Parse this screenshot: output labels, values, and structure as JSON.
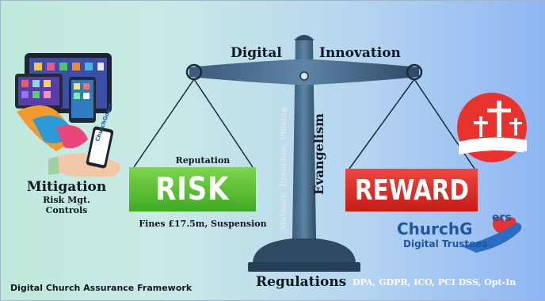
{
  "header": {
    "left_word": "Digital",
    "right_word": "Innovation"
  },
  "pillar": {
    "label": "Evangelism",
    "threats": "Malware, Breaches, Phising"
  },
  "mitigation": {
    "title": "Mitigation",
    "subtitle_line1": "Risk Mgt.",
    "subtitle_line2": "Controls"
  },
  "risk_pan": {
    "caption_top": "Reputation",
    "label": "RISK",
    "caption_bottom": "Fines £17.5m, Suspension"
  },
  "reward_pan": {
    "label": "REWARD"
  },
  "brand": {
    "name": "ChurchG",
    "name_suffix": "ers",
    "tagline": "Digital Trustees",
    "phone_text": "ChurchGoers"
  },
  "footer": {
    "base_label": "Regulations",
    "regs_list": "DPA, GDPR, ICO, PCI DSS, Opt-In",
    "framework": "Digital Church Assurance Framework"
  },
  "colors": {
    "risk": "#3eaa23",
    "reward": "#c61b17",
    "scale": "#2e4a63",
    "brand_blue": "#1f56a3",
    "logo_red": "#e8322e"
  },
  "icons": [
    "tablet-devices-icon",
    "smartphone-icon",
    "hand-icon",
    "church-cross-logo-icon",
    "heart-icon"
  ]
}
